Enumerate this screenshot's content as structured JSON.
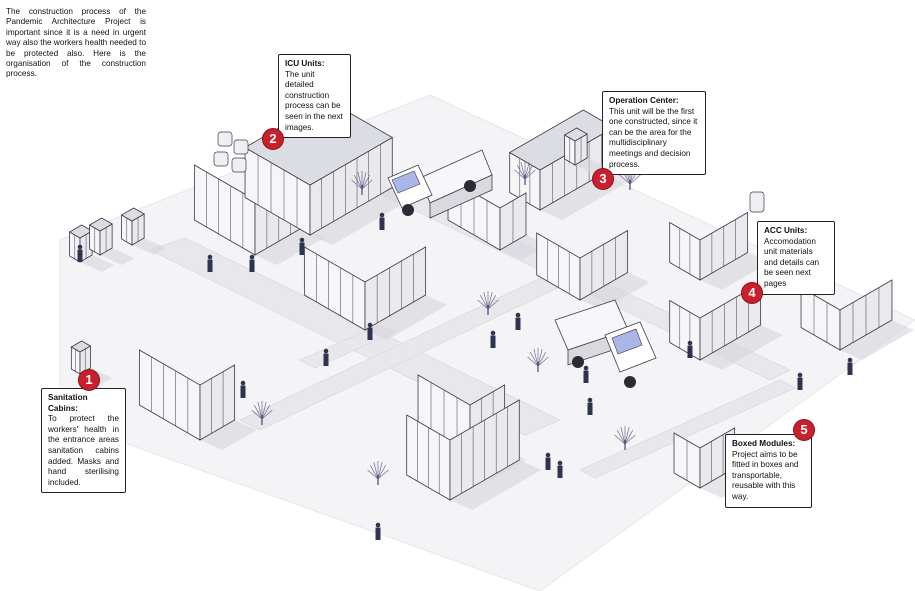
{
  "intro": "The construction process of the Pandemic Architecture Project is important since it is a need in urgent way also the workers health needed to be protected also.  Here is the organisation of the construction process.",
  "callouts": [
    {
      "number": "1",
      "title": "Sanitation Cabins:",
      "body": "To protect the workers' health in the entrance areas sanitation cabins added. Masks and hand sterilising included."
    },
    {
      "number": "2",
      "title": "ICU Units:",
      "body": "The unit detailed construction process can be seen in the next images."
    },
    {
      "number": "3",
      "title": "Operation Center:",
      "body": "This unit will be the first one constructed, since it can be the area for the multidisciplinary meetings and decision process."
    },
    {
      "number": "4",
      "title": "ACC Units:",
      "body": "Accomodation unit materials and details can be seen next pages"
    },
    {
      "number": "5",
      "title": "Boxed Modules:",
      "body": "Project aims to be fitted in boxes and transportable, reusable with this way."
    }
  ],
  "colors": {
    "marker": "#c8202c",
    "ground": "#f3f3f5",
    "road": "#e4e4e8",
    "wall": "#f6f6f9",
    "roof": "#dcdce3",
    "frame": "#3b3b46",
    "figure": "#2f3350"
  }
}
